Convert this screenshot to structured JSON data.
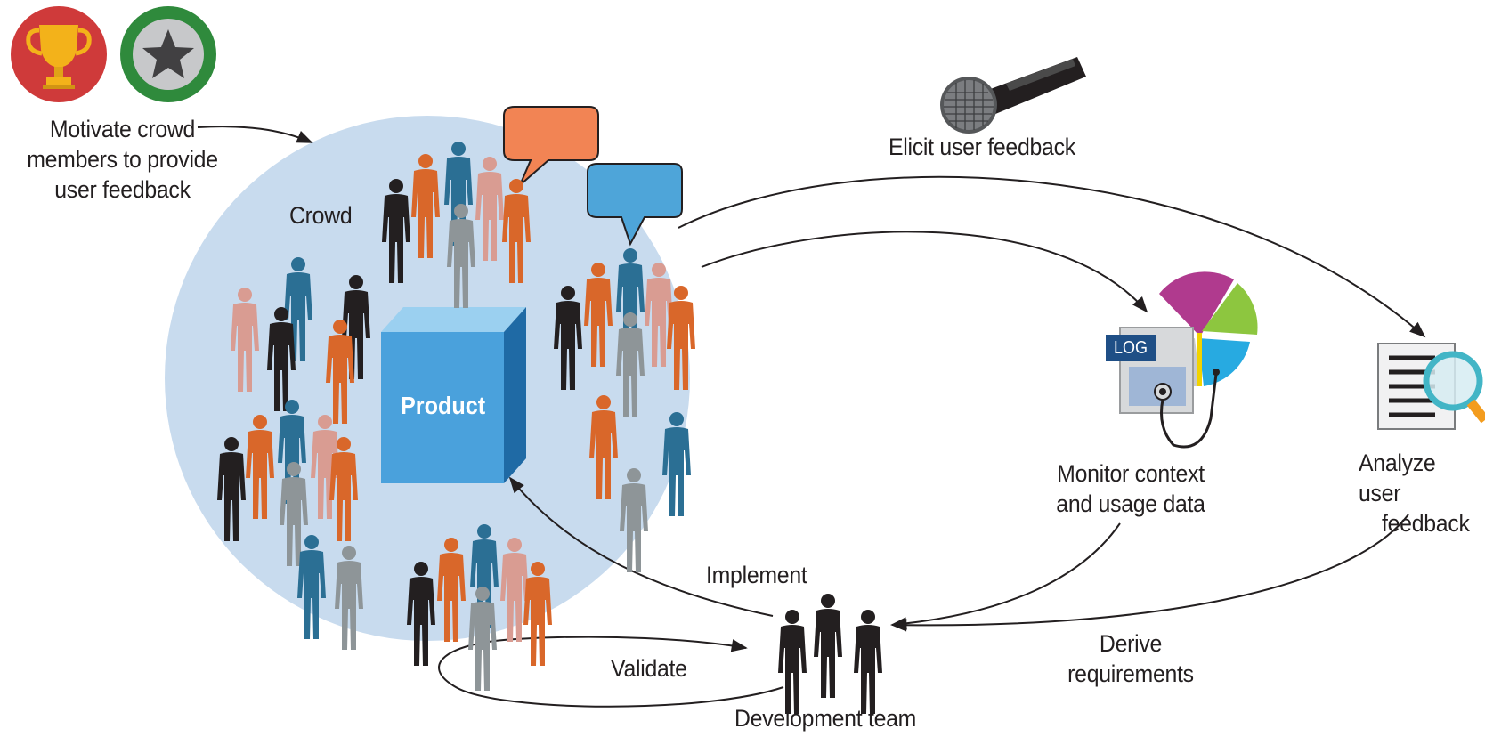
{
  "labels": {
    "motivate": [
      "Motivate crowd",
      "members to provide",
      "user feedback"
    ],
    "crowd": "Crowd",
    "product": "Product",
    "elicit": "Elicit user feedback",
    "log": "LOG",
    "monitor": [
      "Monitor context",
      "and usage data"
    ],
    "analyze": [
      "Analyze user",
      "feedback"
    ],
    "implement": "Implement",
    "validate": "Validate",
    "derive": [
      "Derive",
      "requirements"
    ],
    "dev_team": "Development team"
  },
  "colors": {
    "badge_red": "#cf3a3a",
    "badge_green": "#2f8a3c",
    "crowd_circle": "#c8dbee",
    "product_front": "#4aa1dc",
    "bubble_orange": "#f28454",
    "bubble_blue": "#4ea5d9",
    "person_black": "#231f20",
    "person_orange": "#d9672a",
    "person_teal": "#2b6f94",
    "person_pink": "#d99c92",
    "person_gray": "#8e9598"
  },
  "icons": [
    "trophy-icon",
    "star-badge-icon",
    "microphone-icon",
    "log-monitor-icon",
    "pie-chart-icon",
    "document-magnifier-icon"
  ]
}
